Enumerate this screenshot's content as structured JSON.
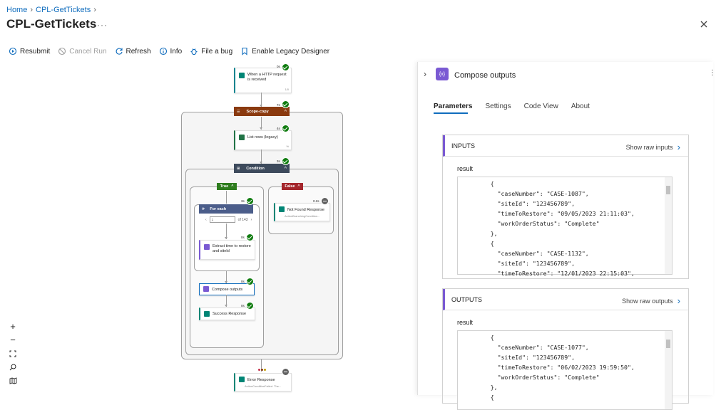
{
  "breadcrumb": {
    "home": "Home",
    "current": "CPL-GetTickets"
  },
  "title": "CPL-GetTickets",
  "toolbar": {
    "resubmit": "Resubmit",
    "cancel_run": "Cancel Run",
    "refresh": "Refresh",
    "info": "Info",
    "file_bug": "File a bug",
    "legacy": "Enable Legacy Designer"
  },
  "flow": {
    "trigger": {
      "label": "When a HTTP request is received",
      "time": "0s",
      "sub": "1/0"
    },
    "scope": {
      "label": "Scope-copy",
      "time": "7s"
    },
    "list_rows": {
      "label": "List rows (legacy)",
      "time": "4s",
      "sub": "%"
    },
    "condition": {
      "label": "Condition",
      "time": "3s"
    },
    "true_branch": "True",
    "false_branch": "False",
    "foreach": {
      "label": "For each",
      "time": "3s",
      "page": "1",
      "of": "of 143"
    },
    "extract": {
      "label": "Extract time to restore and siteId",
      "time": "0s"
    },
    "compose": {
      "label": "Compose outputs",
      "time": "0s"
    },
    "success": {
      "label": "Success Response",
      "time": "0s"
    },
    "not_found": {
      "label": "Not Found Response",
      "time": "0.2s",
      "sub": "ActionBranchingCondition..."
    },
    "error": {
      "label": "Error Response",
      "sub": "ActionConditionFailed. The..."
    }
  },
  "panel": {
    "title": "Compose outputs",
    "icon_text": "{x}",
    "tabs": [
      "Parameters",
      "Settings",
      "Code View",
      "About"
    ],
    "inputs": {
      "heading": "INPUTS",
      "raw": "Show raw inputs",
      "result_label": "result",
      "code": "    {\n      \"caseNumber\": \"CASE-1087\",\n      \"siteId\": \"123456789\",\n      \"timeToRestore\": \"09/05/2023 21:11:03\",\n      \"workOrderStatus\": \"Complete\"\n    },\n    {\n      \"caseNumber\": \"CASE-1132\",\n      \"siteId\": \"123456789\",\n      \"timeToRestore\": \"12/01/2023 22:15:03\","
    },
    "outputs": {
      "heading": "OUTPUTS",
      "raw": "Show raw outputs",
      "result_label": "result",
      "code": "    {\n      \"caseNumber\": \"CASE-1077\",\n      \"siteId\": \"123456789\",\n      \"timeToRestore\": \"06/02/2023 19:59:50\",\n      \"workOrderStatus\": \"Complete\"\n    },\n    {"
    }
  },
  "colors": {
    "scope": "#8a3a0f",
    "condition": "#3d4a5c",
    "true": "#2e7d1e",
    "false": "#a4262c",
    "foreach": "#4b5d8a",
    "accent": "#0f6cbd",
    "compose": "#7a5ad3"
  }
}
